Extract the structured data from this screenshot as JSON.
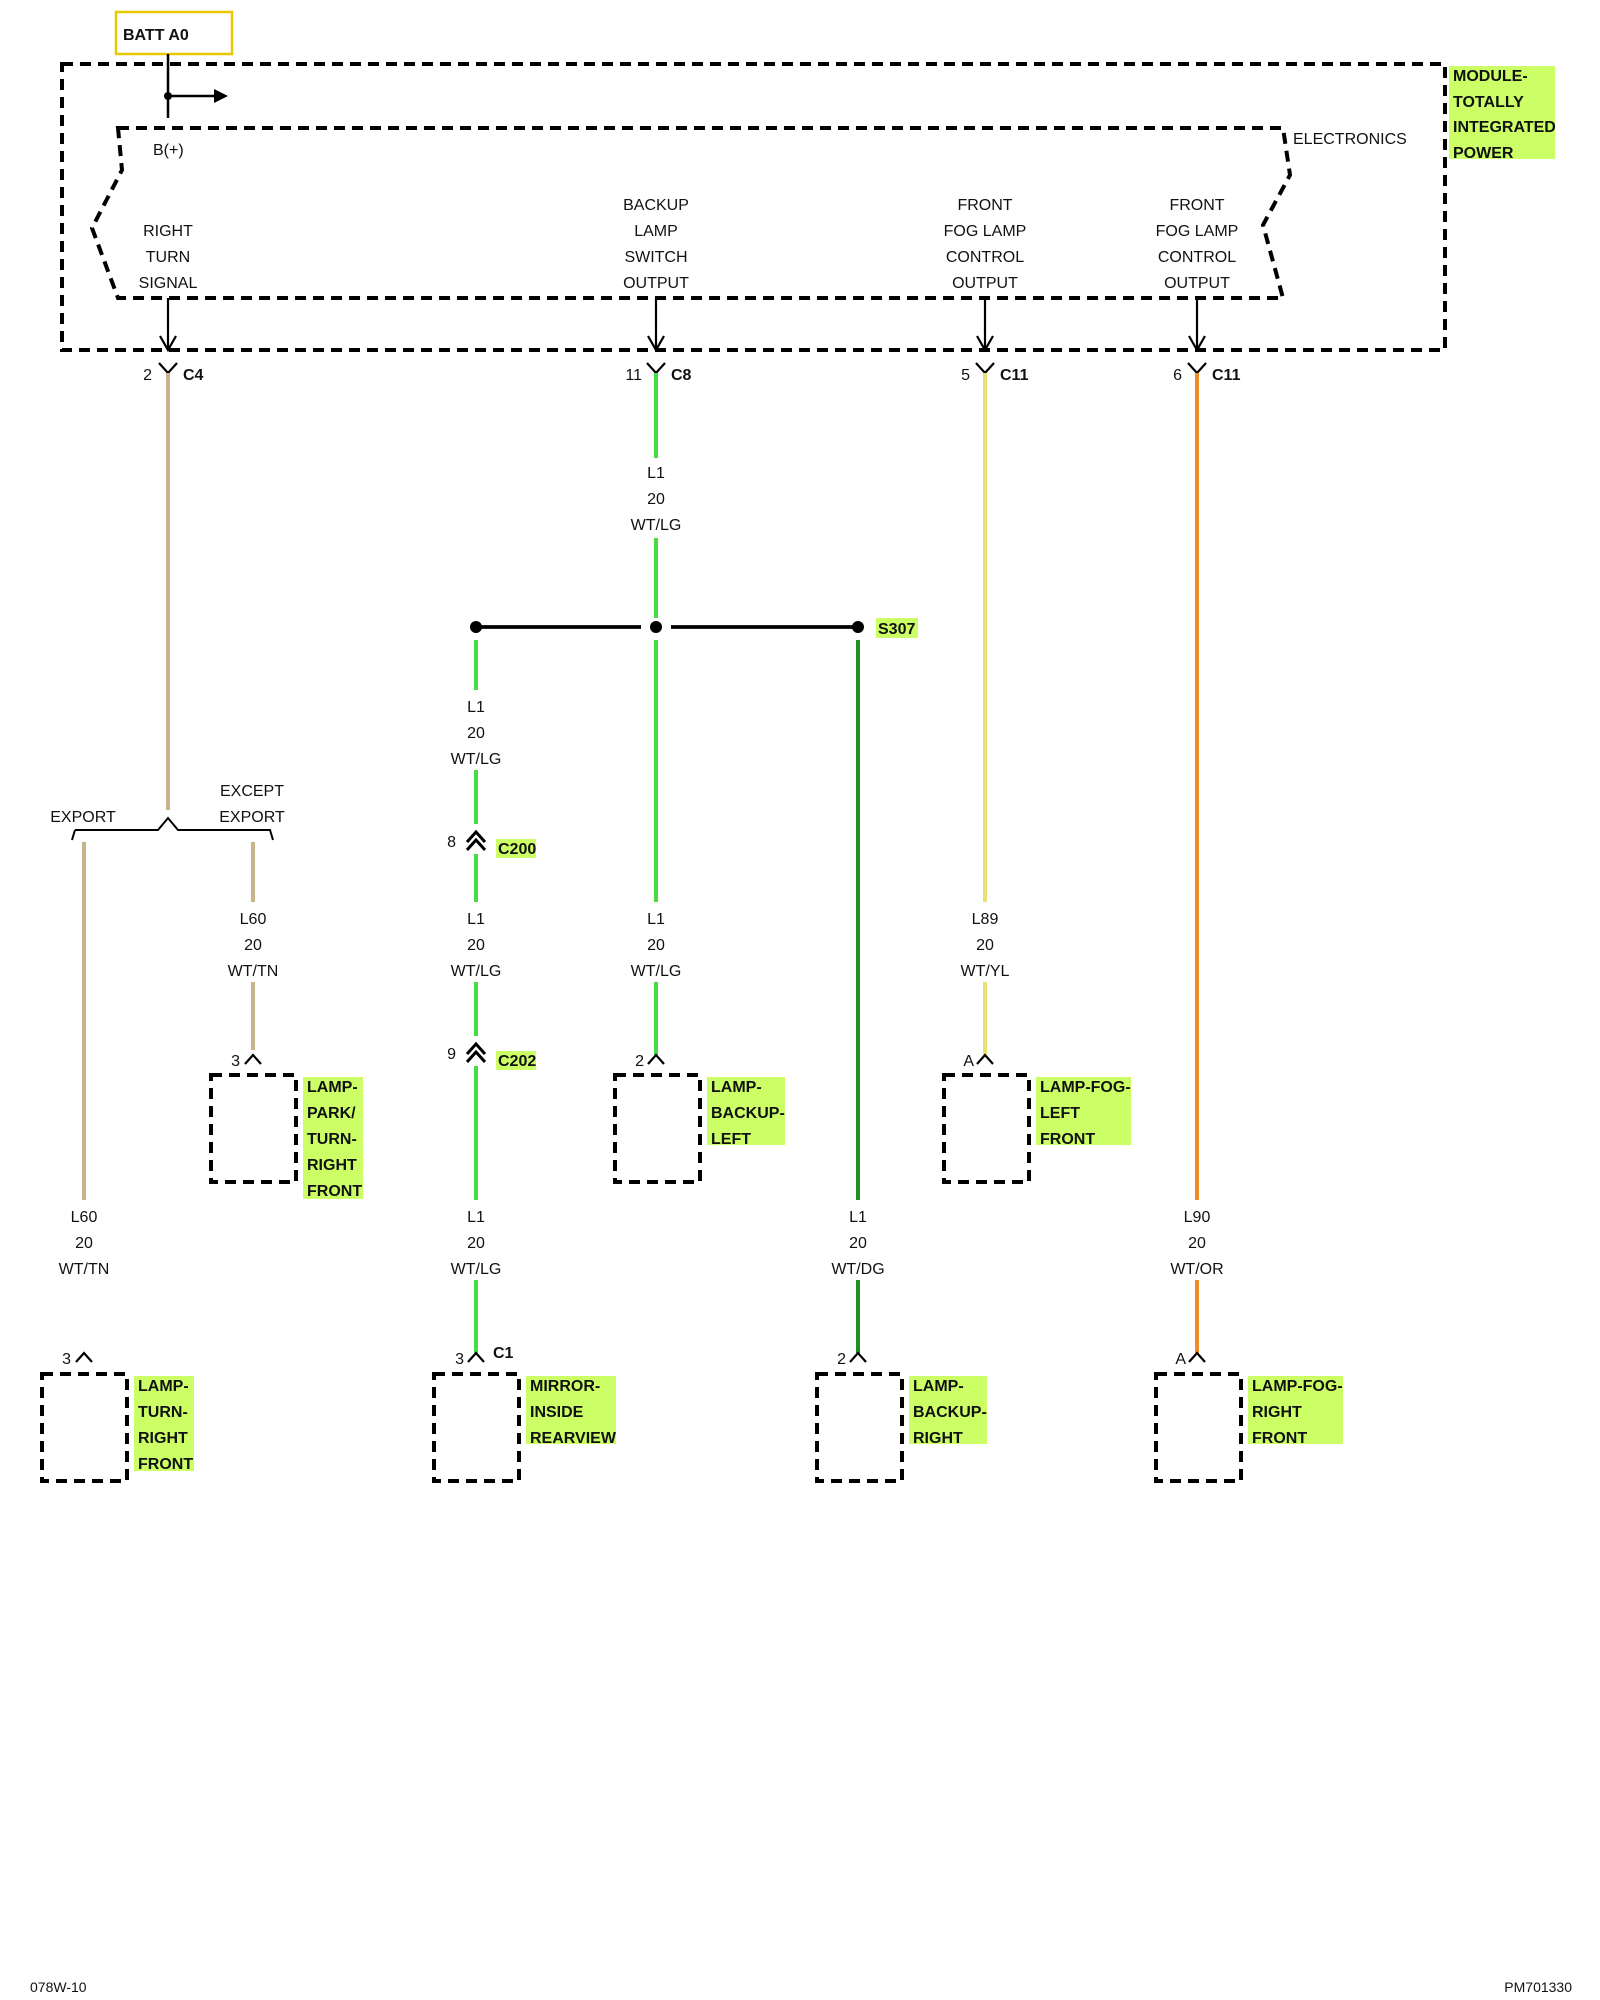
{
  "batt": "BATT A0",
  "module_name": [
    "MODULE-",
    "TOTALLY",
    "INTEGRATED",
    "POWER"
  ],
  "electronics": "ELECTRONICS",
  "bplus": "B(+)",
  "outputs": {
    "right_turn": [
      "RIGHT",
      "TURN",
      "SIGNAL"
    ],
    "backup": [
      "BACKUP",
      "LAMP",
      "SWITCH",
      "OUTPUT"
    ],
    "fog_left": [
      "FRONT",
      "FOG LAMP",
      "CONTROL",
      "OUTPUT"
    ],
    "fog_right": [
      "FRONT",
      "FOG LAMP",
      "CONTROL",
      "OUTPUT"
    ]
  },
  "module_connectors": {
    "c4": {
      "pin": "2",
      "name": "C4"
    },
    "c8": {
      "pin": "11",
      "name": "C8"
    },
    "c11a": {
      "pin": "5",
      "name": "C11"
    },
    "c11b": {
      "pin": "6",
      "name": "C11"
    }
  },
  "wires": {
    "w_top_backup": [
      "L1",
      "20",
      "WT/LG"
    ],
    "w_mirror_upper": [
      "L1",
      "20",
      "WT/LG"
    ],
    "w_mirror_mid": [
      "L1",
      "20",
      "WT/LG"
    ],
    "w_mirror_lower": [
      "L1",
      "20",
      "WT/LG"
    ],
    "w_backup_left": [
      "L1",
      "20",
      "WT/LG"
    ],
    "w_backup_right": [
      "L1",
      "20",
      "WT/DG"
    ],
    "w_park": [
      "L60",
      "20",
      "WT/TN"
    ],
    "w_turn": [
      "L60",
      "20",
      "WT/TN"
    ],
    "w_fog_left": [
      "L89",
      "20",
      "WT/YL"
    ],
    "w_fog_right": [
      "L90",
      "20",
      "WT/OR"
    ]
  },
  "splice": "S307",
  "branch": {
    "export": "EXPORT",
    "except": [
      "EXCEPT",
      "EXPORT"
    ]
  },
  "inline_connectors": {
    "c200": {
      "pin": "8",
      "name": "C200"
    },
    "c202": {
      "pin": "9",
      "name": "C202"
    }
  },
  "components": {
    "park": {
      "pin": "3",
      "label": [
        "LAMP-",
        "PARK/",
        "TURN-",
        "RIGHT",
        "FRONT"
      ]
    },
    "backup_left": {
      "pin": "2",
      "label": [
        "LAMP-",
        "BACKUP-",
        "LEFT"
      ]
    },
    "fog_left": {
      "pin": "A",
      "label": [
        "LAMP-FOG-",
        "LEFT",
        "FRONT"
      ]
    },
    "turn": {
      "pin": "3",
      "label": [
        "LAMP-",
        "TURN-",
        "RIGHT",
        "FRONT"
      ]
    },
    "mirror": {
      "pin": "3",
      "conn": "C1",
      "label": [
        "MIRROR-",
        "INSIDE",
        "REARVIEW"
      ]
    },
    "backup_right": {
      "pin": "2",
      "label": [
        "LAMP-",
        "BACKUP-",
        "RIGHT"
      ]
    },
    "fog_right": {
      "pin": "A",
      "label": [
        "LAMP-FOG-",
        "RIGHT",
        "FRONT"
      ]
    }
  },
  "footer": {
    "left": "078W-10",
    "right": "PM701330"
  },
  "colors": {
    "tan": "#c8b48a",
    "light_green": "#44dd44",
    "dark_green": "#1f8f1f",
    "yellow": "#e8e070",
    "orange": "#f08c28",
    "highlight": "#ccff66",
    "batt_border": "#e8c800"
  }
}
